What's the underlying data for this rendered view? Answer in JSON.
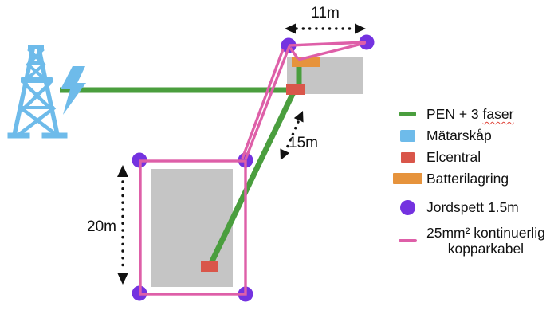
{
  "measurements": {
    "top_width": "11m",
    "between_buildings": "15m",
    "left_height": "20m"
  },
  "icons": {
    "power_source": "transmission-tower-icon",
    "bolt": "lightning-bolt-icon",
    "ground_rod": "jordspett-circle"
  },
  "legend": {
    "items": [
      {
        "swatch": "green-line",
        "label": "PEN + 3",
        "misspelled_word": "faser"
      },
      {
        "swatch": "blue-square",
        "label": "Mätarskåp"
      },
      {
        "swatch": "red-square",
        "label": "Elcentral"
      },
      {
        "swatch": "orange-rect",
        "label": "Batterilagring"
      },
      {
        "swatch": "purple-circle",
        "label": "Jordspett 1.5m"
      },
      {
        "swatch": "pink-line",
        "label": "25mm² kontinuerlig",
        "label_line2": "kopparkabel"
      }
    ]
  },
  "colors": {
    "green": "#4a9e3e",
    "blue": "#6ebbea",
    "red": "#d9564a",
    "orange": "#e6933c",
    "purple": "#7432e0",
    "pink": "#de5fa8",
    "gray": "#c5c5c5",
    "ink": "#111111"
  }
}
